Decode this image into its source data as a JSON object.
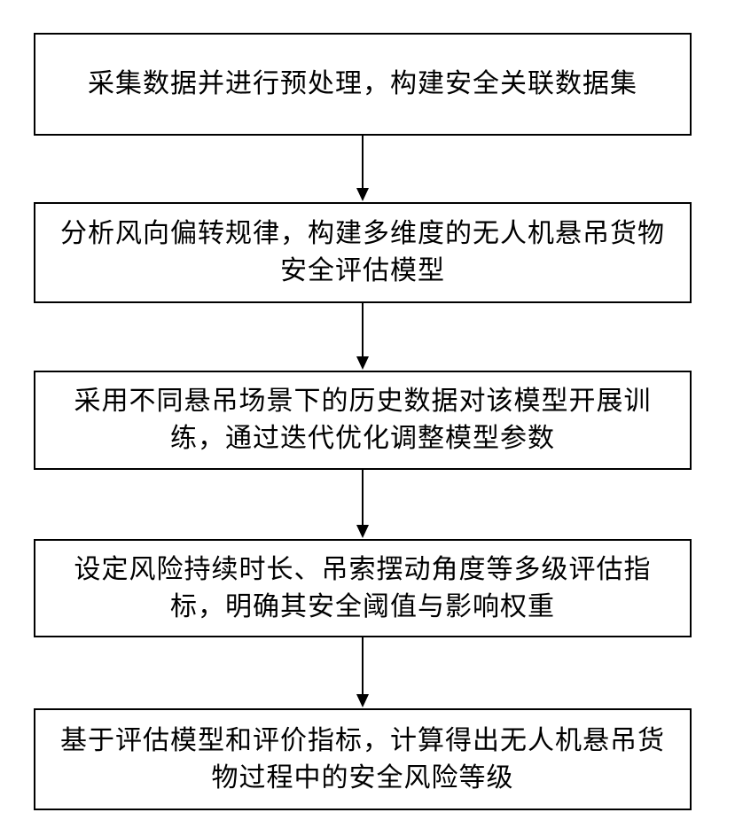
{
  "flowchart": {
    "steps": [
      {
        "text": "采集数据并进行预处理，构建安全关联数据集"
      },
      {
        "text": "分析风向偏转规律，构建多维度的无人机悬吊货物\n安全评估模型"
      },
      {
        "text": "采用不同悬吊场景下的历史数据对该模型开展训\n练，通过迭代优化调整模型参数"
      },
      {
        "text": "设定风险持续时长、吊索摆动角度等多级评估指\n标，明确其安全阈值与影响权重"
      },
      {
        "text": "基于评估模型和评价指标，计算得出无人机悬吊货\n物过程中的安全风险等级"
      }
    ]
  }
}
